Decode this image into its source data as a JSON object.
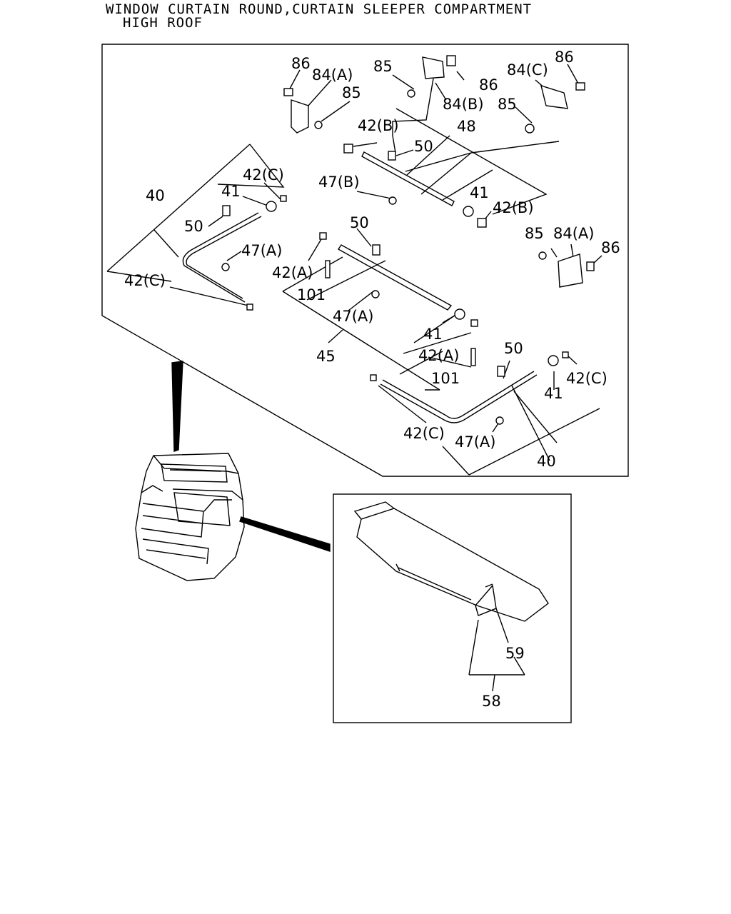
{
  "title": {
    "line1": "WINDOW CURTAIN ROUND,CURTAIN SLEEPER COMPARTMENT",
    "line2": "HIGH ROOF"
  },
  "labels": {
    "p86_a": "86",
    "p84A_a": "84(A)",
    "p85_a": "85",
    "p85_b": "85",
    "p86_b": "86",
    "p84B": "84(B)",
    "p84C": "84(C)",
    "p86_c": "86",
    "p85_c": "85",
    "p42B_a": "42(B)",
    "p48": "48",
    "p50_a": "50",
    "p42C_a": "42(C)",
    "p40_a": "40",
    "p41_a": "41",
    "p47B": "47(B)",
    "p41_b": "41",
    "p42B_b": "42(B)",
    "p50_b": "50",
    "p47A_a": "47(A)",
    "p85_d": "85",
    "p84A_b": "84(A)",
    "p86_d": "86",
    "p50_c": "50",
    "p42A_a": "42(A)",
    "p42C_b": "42(C)",
    "p101_a": "101",
    "p47A_b": "47(A)",
    "p41_c": "41",
    "p45": "45",
    "p42A_b": "42(A)",
    "p50_d": "50",
    "p42C_c": "42(C)",
    "p101_b": "101",
    "p41_d": "41",
    "p42C_d": "42(C)",
    "p47A_c": "47(A)",
    "p40_b": "40",
    "p59": "59",
    "p58": "58"
  }
}
